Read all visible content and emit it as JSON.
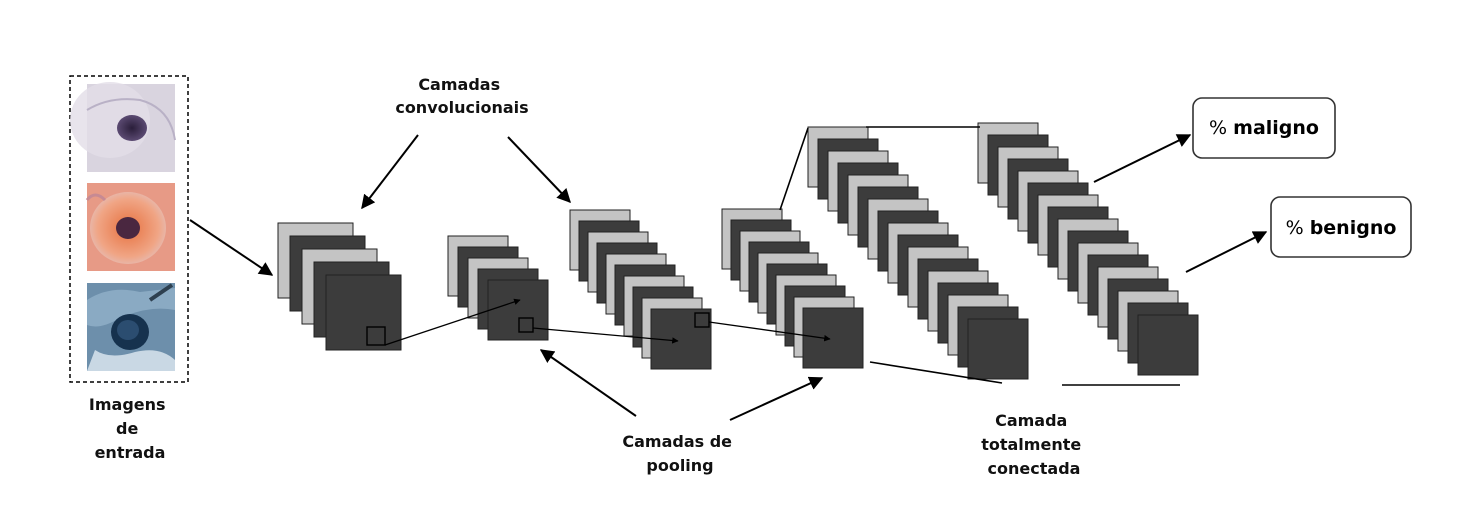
{
  "input_label": [
    "Imagens",
    "de",
    "entrada"
  ],
  "conv_label": [
    "Camadas",
    "convolucionais"
  ],
  "pool_label": [
    "Camadas de",
    "pooling"
  ],
  "fc_label": [
    "Camada",
    "totalmente",
    "conectada"
  ],
  "outputs": [
    {
      "prefix": "%",
      "word": "maligno"
    },
    {
      "prefix": "%",
      "word": "benigno"
    }
  ],
  "input_images": [
    "cell-image-1",
    "cell-image-2",
    "cell-image-3"
  ],
  "colors": {
    "map_dark": "#3c3c3c",
    "map_light": "#c4c4c4",
    "stroke": "#000000",
    "cell_bg_1": "#d9d4df",
    "cell_bg_2": "#e79a86",
    "cell_bg_3": "#6d8fab"
  }
}
